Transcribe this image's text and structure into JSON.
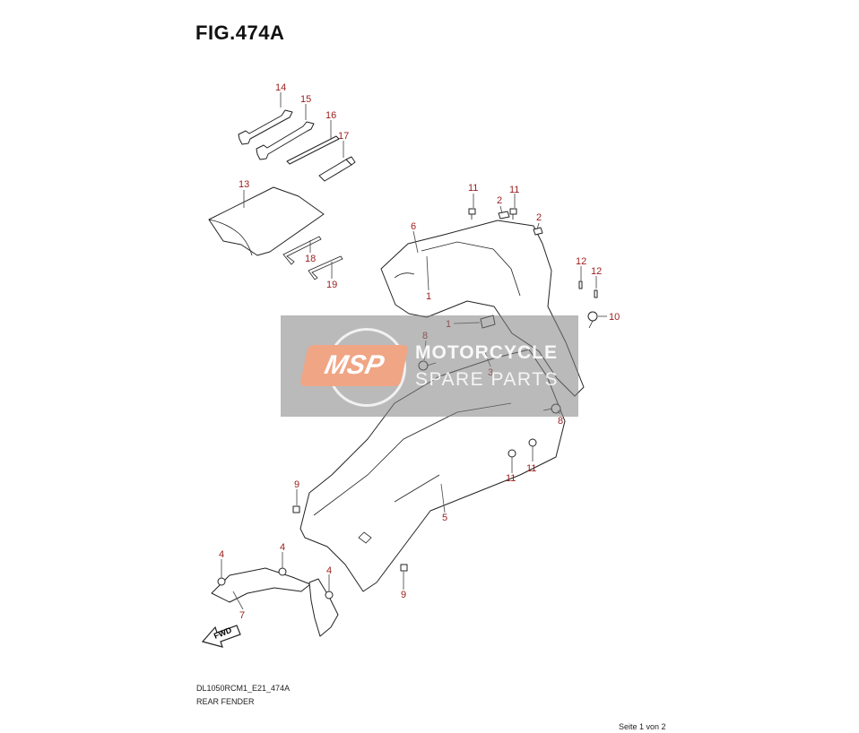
{
  "figure_title": "FIG.474A",
  "model_code": "DL1050RCM1_E21_474A",
  "caption": "REAR FENDER",
  "page_footer": "Seite 1 von 2",
  "fwd_label": "FWD",
  "watermark": {
    "logo": "MSP",
    "line1": "MOTORCYCLE",
    "line2": "SPARE PARTS"
  },
  "colors": {
    "callout": "#9b1c1c",
    "line": "#222222",
    "watermark_bg": "#828282",
    "watermark_logo": "#f0a585"
  },
  "callouts": {
    "c14": "14",
    "c15": "15",
    "c16": "16",
    "c17": "17",
    "c13": "13",
    "c18": "18",
    "c19": "19",
    "c11a": "11",
    "c2a": "2",
    "c11b": "11",
    "c2b": "2",
    "c6": "6",
    "c1a": "1",
    "c12a": "12",
    "c12b": "12",
    "c1b": "1",
    "c10": "10",
    "c8a": "8",
    "c3": "3",
    "c8b": "8",
    "c11c": "11",
    "c11d": "11",
    "c9a": "9",
    "c5": "5",
    "c4a": "4",
    "c4b": "4",
    "c4c": "4",
    "c9b": "9",
    "c7": "7"
  }
}
